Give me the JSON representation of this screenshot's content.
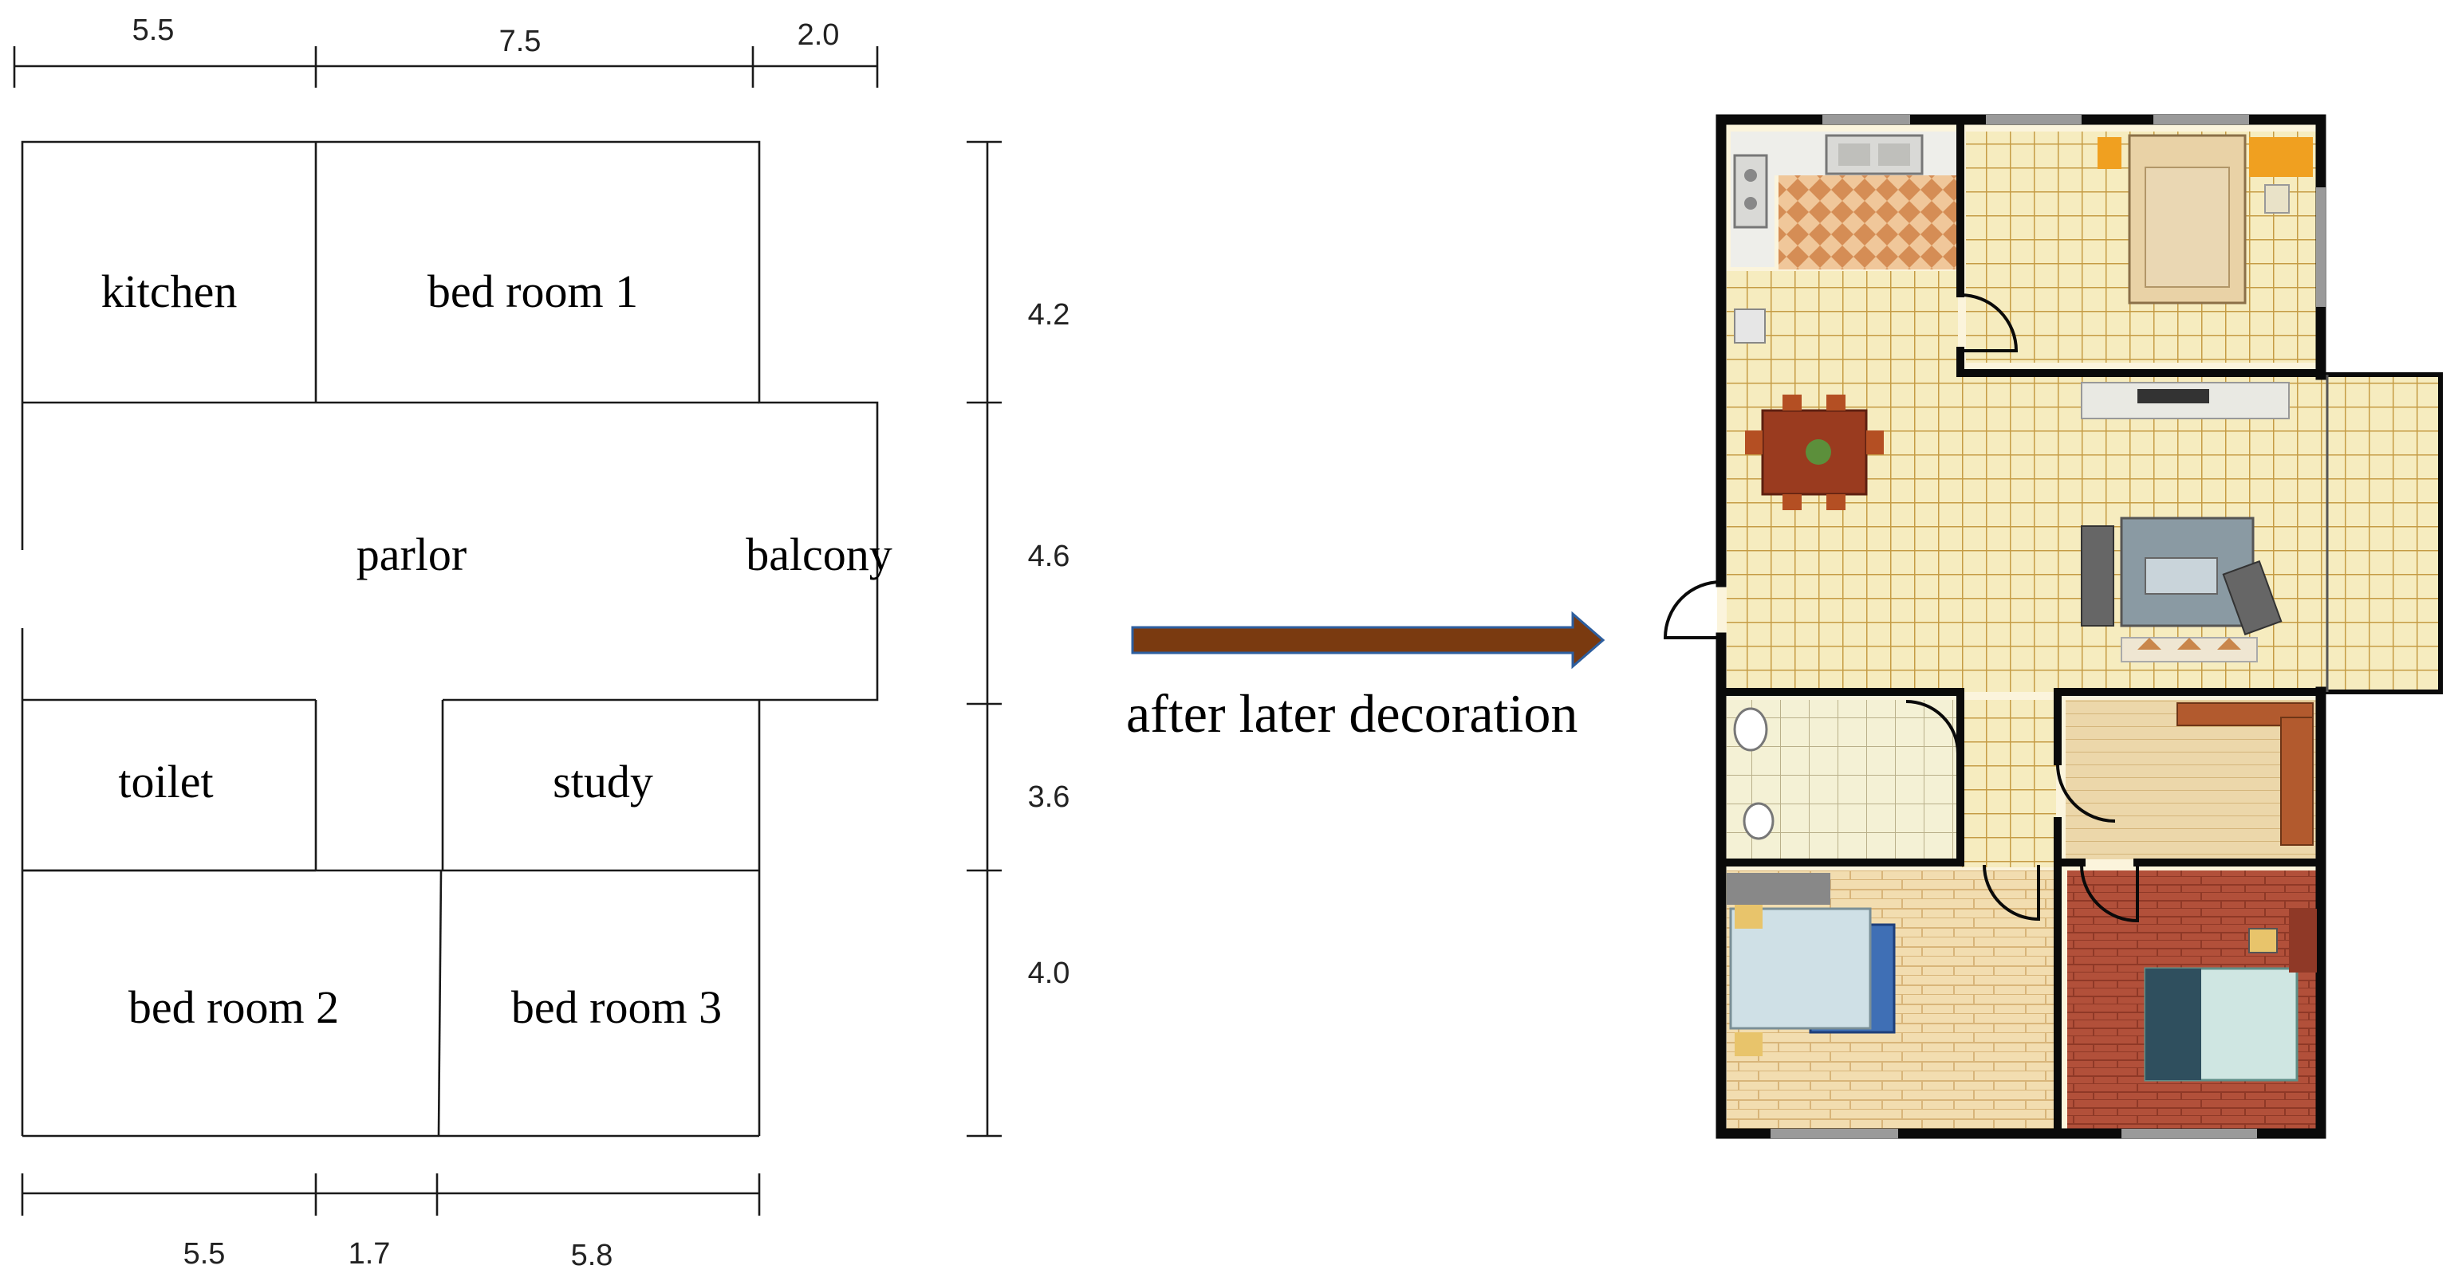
{
  "top_dimensions": [
    "5.5",
    "7.5",
    "2.0"
  ],
  "right_dimensions": [
    "4.2",
    "4.6",
    "3.6",
    "4.0"
  ],
  "bottom_dimensions": [
    "5.5",
    "1.7",
    "5.8"
  ],
  "rooms": {
    "kitchen": "kitchen",
    "bedroom1": "bed room 1",
    "parlor": "parlor",
    "balcony": "balcony",
    "toilet": "toilet",
    "study": "study",
    "bedroom2": "bed room 2",
    "bedroom3": "bed room 3"
  },
  "arrow_caption": "after later decoration",
  "colors": {
    "arrow_fill": "#7a3a10",
    "arrow_outline": "#2d5e9e",
    "wall": "#0a0a0a",
    "floor_tile": "#f5e9b8",
    "grout": "#c9a64b",
    "wood_light": "#e2bf88",
    "wood_dark": "#a9442f"
  }
}
